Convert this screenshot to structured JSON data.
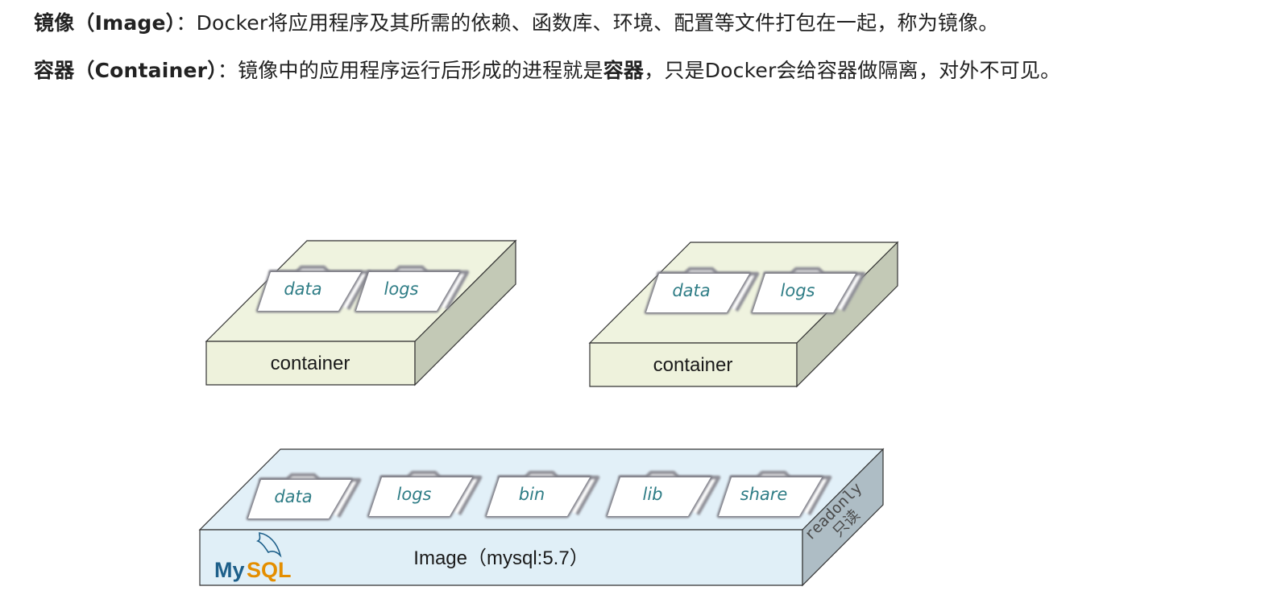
{
  "text": {
    "image_def": {
      "term": "镜像（Image）",
      "sep": "：",
      "desc": "Docker将应用程序及其所需的依赖、函数库、环境、配置等文件打包在一起，称为镜像。"
    },
    "container_def": {
      "term": "容器（Container）",
      "sep": "：",
      "desc_a": "镜像中的应用程序运行后形成的进程就是",
      "desc_bold": "容器",
      "desc_b": "，只是Docker会给容器做隔离，对外不可见。"
    }
  },
  "diagram": {
    "containers": [
      {
        "label": "container",
        "folders": [
          "data",
          "logs"
        ]
      },
      {
        "label": "container",
        "folders": [
          "data",
          "logs"
        ]
      }
    ],
    "image": {
      "label": "Image（mysql:5.7）",
      "folders": [
        "data",
        "logs",
        "bin",
        "lib",
        "share"
      ],
      "side_label_1": "readonly",
      "side_label_2": "只读",
      "logo_my": "My",
      "logo_sql": "SQL"
    },
    "colors": {
      "container_top": "#eff3df",
      "container_front": "#eef2dc",
      "container_side": "#c3c9b6",
      "image_top": "#e2f0f8",
      "image_front": "#e0eff7",
      "image_side": "#aebdc5",
      "folder_label": "#2f7d86",
      "mysql_blue": "#1d5f8a",
      "mysql_orange": "#e48e00"
    }
  }
}
